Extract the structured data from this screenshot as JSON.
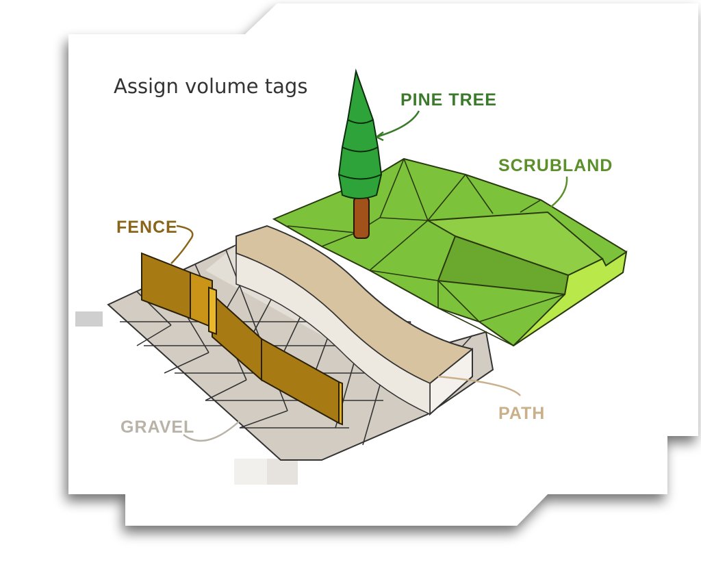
{
  "title": "Assign volume tags",
  "labels": {
    "pine_tree": "Pine tree",
    "scrubland": "Scrubland",
    "fence": "Fence",
    "gravel": "Gravel",
    "path": "Path"
  },
  "colors": {
    "pine_tree": "#3a7a2a",
    "scrubland": "#5a8f2a",
    "fence": "#8a6418",
    "gravel": "#b9b2a6",
    "path": "#c9b08a",
    "grass_top": "#7cc23a",
    "grass_side": "#b8e84a",
    "fence_wood": "#b8860b",
    "path_top": "#d8c3a0"
  }
}
